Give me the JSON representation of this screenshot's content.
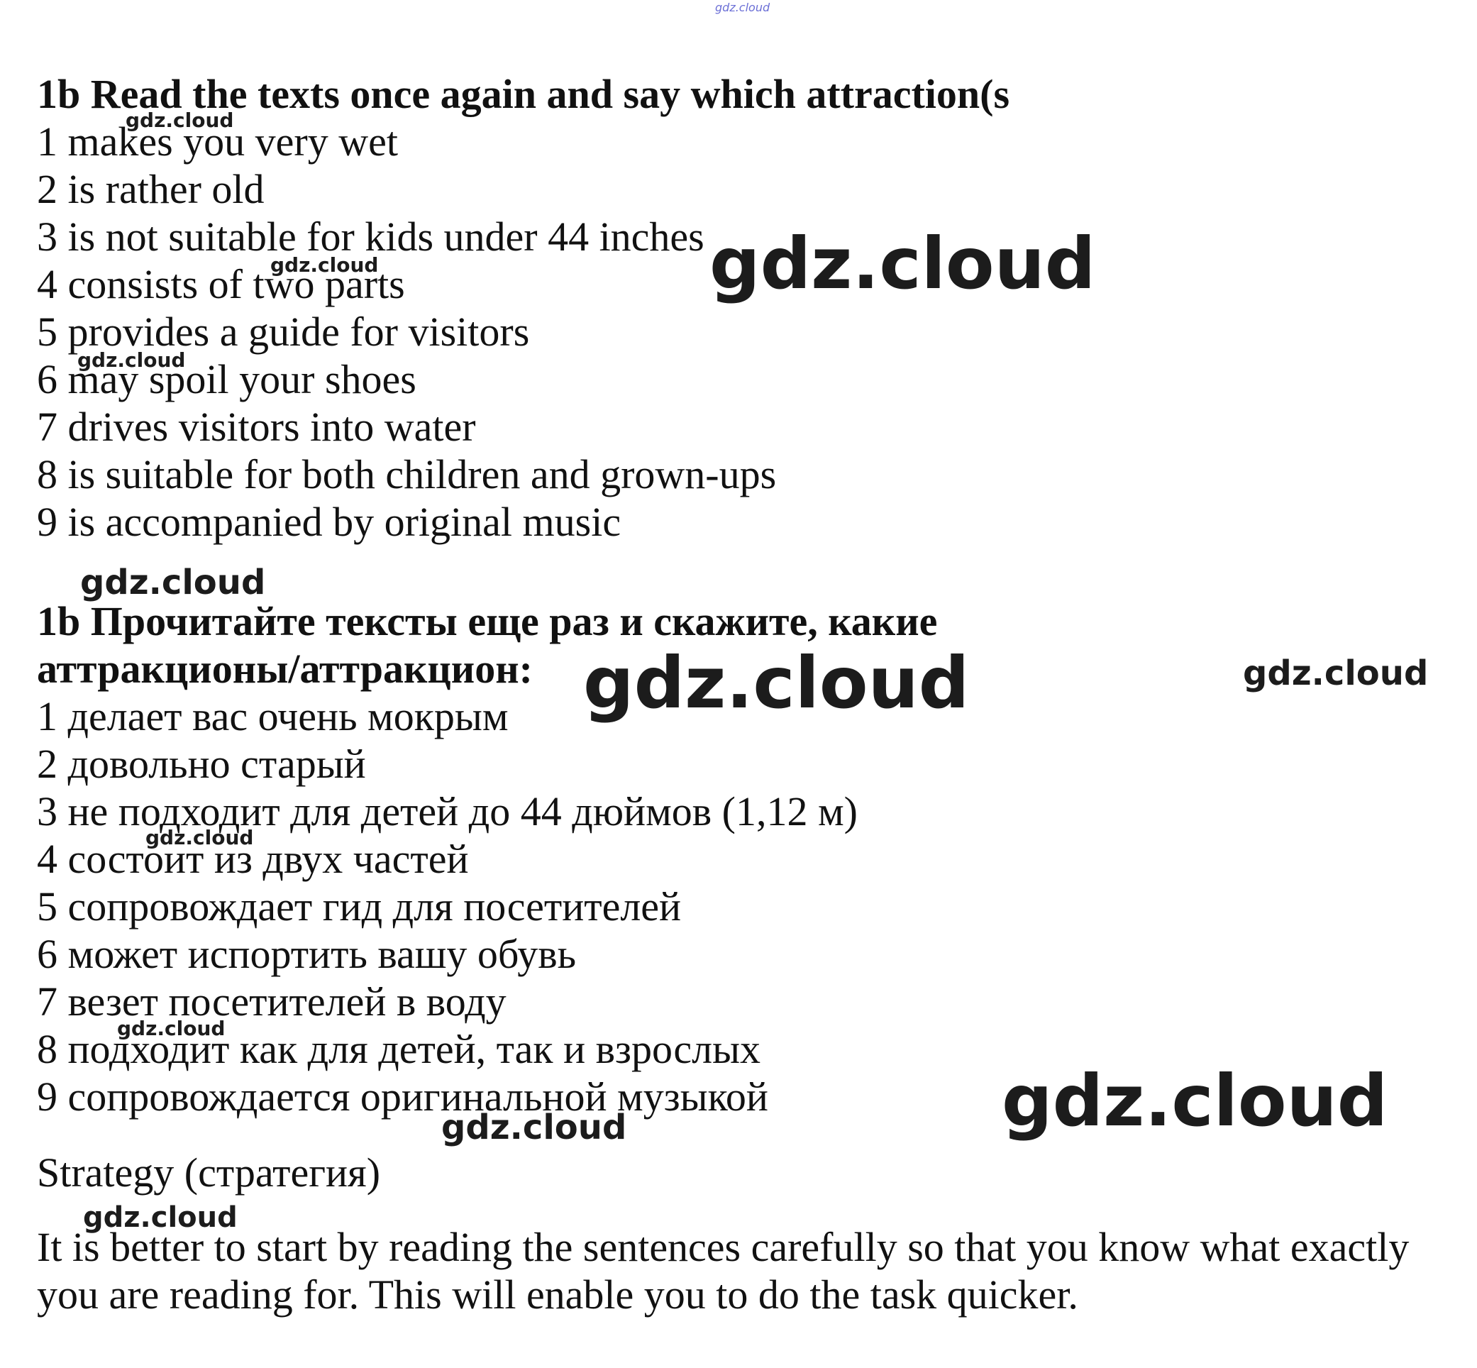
{
  "watermark": "gdz.cloud",
  "english": {
    "heading": "1b Read the texts once again and say which attraction(s",
    "items": [
      "1 makes you very wet",
      "2 is rather old",
      "3 is not suitable for kids under 44 inches",
      "4 consists of two parts",
      "5 provides a guide for visitors",
      "6 may spoil your shoes",
      "7 drives visitors into water",
      "8 is suitable for both children and grown-ups",
      "9 is accompanied by original music"
    ]
  },
  "russian": {
    "heading_line1": "1b Прочитайте тексты еще раз и скажите, какие",
    "heading_line2": "аттракционы/аттракцион:",
    "items": [
      "1 делает вас очень мокрым",
      "2 довольно старый",
      "3 не подходит для детей до 44 дюймов (1,12 м)",
      "4 состоит из двух частей",
      "5 сопровождает гид для посетителей",
      "6 может испортить вашу обувь",
      "7 везет посетителей в воду",
      "8 подходит как для детей, так и взрослых",
      "9 сопровождается оригинальной музыкой"
    ]
  },
  "strategy": {
    "title": "Strategy (стратегия)",
    "text_line1": "It is better to start by reading the sentences carefully so that you know what exactly",
    "text_line2": "you are reading for. This will enable you to do the task quicker."
  }
}
